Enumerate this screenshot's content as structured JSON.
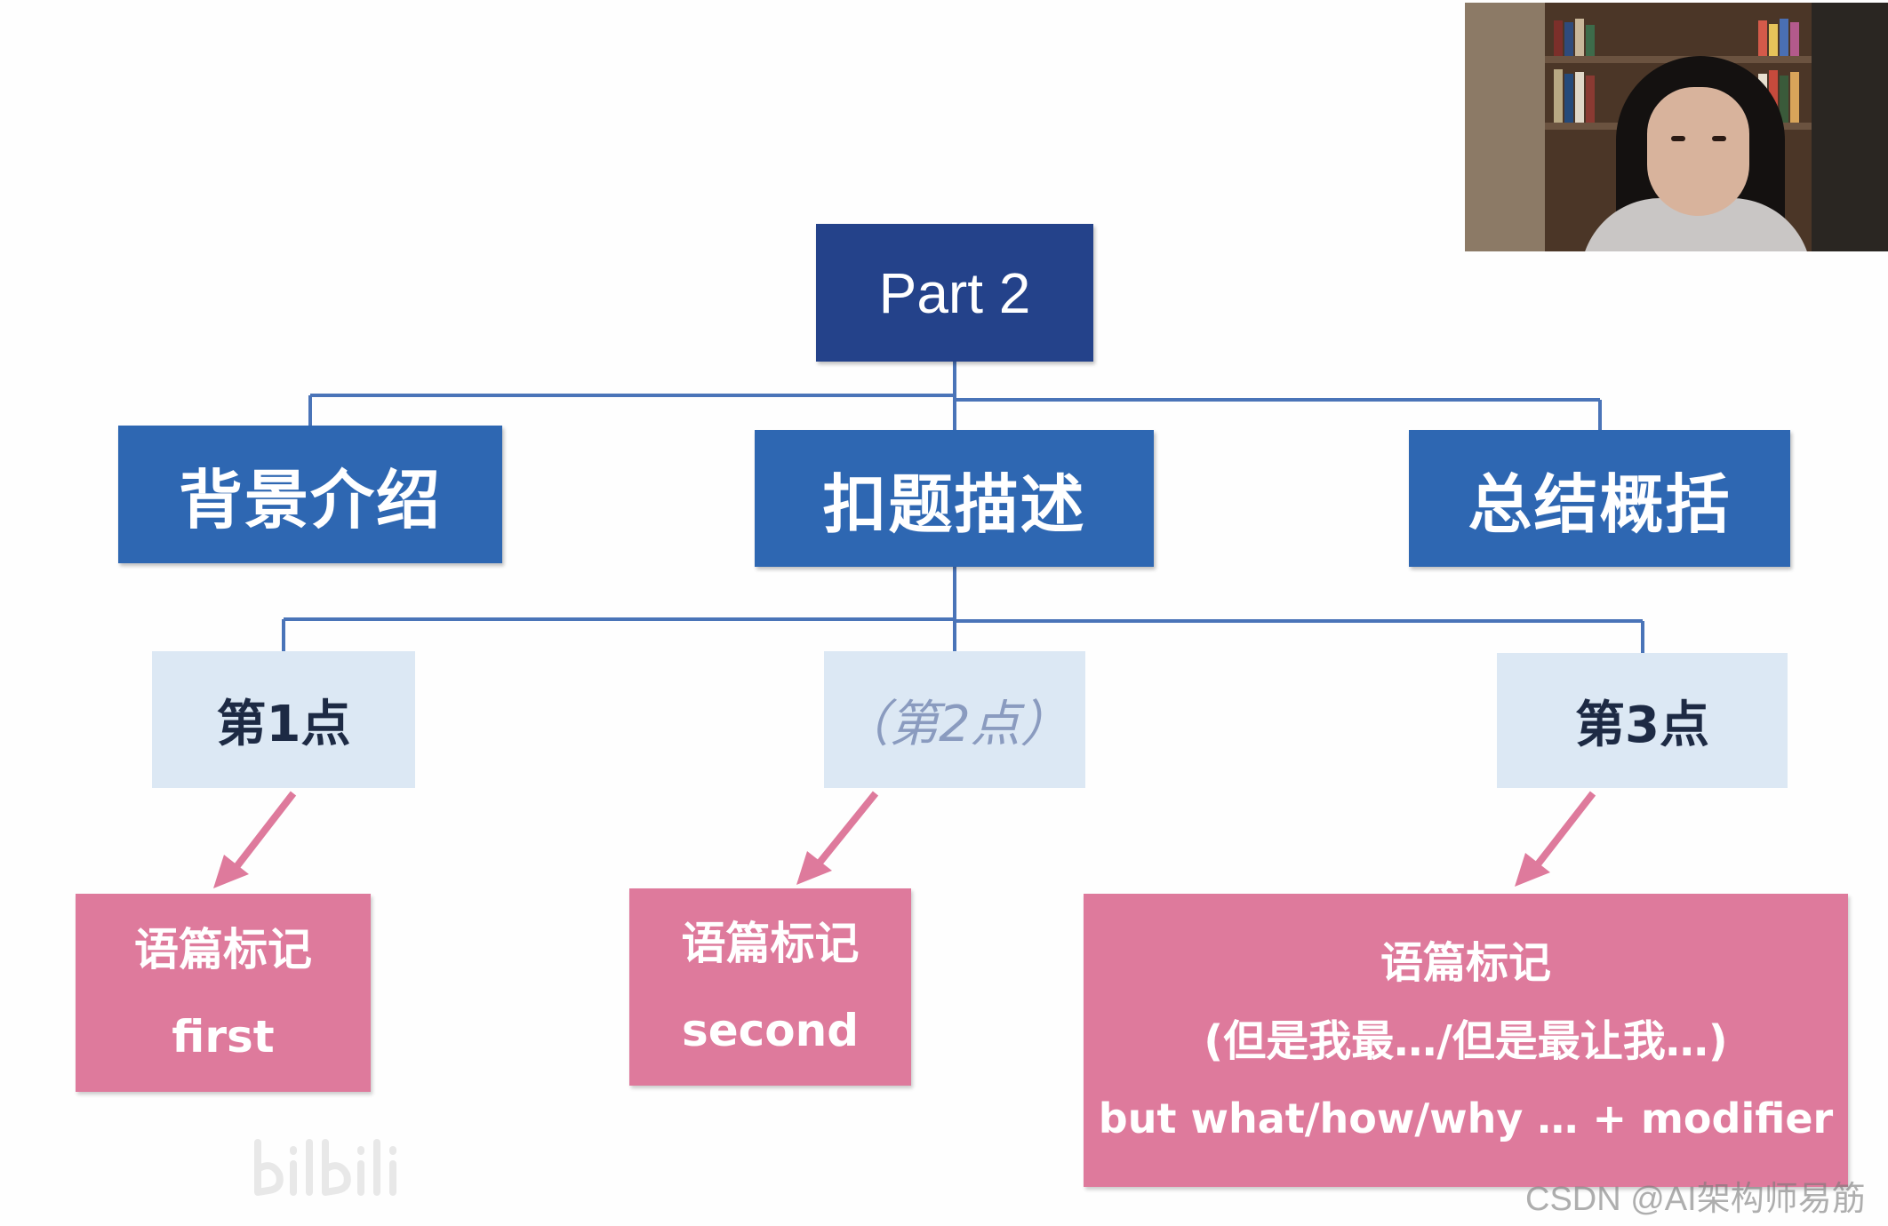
{
  "root": {
    "label": "Part 2"
  },
  "level1": [
    {
      "label": "背景介绍"
    },
    {
      "label": "扣题描述"
    },
    {
      "label": "总结概括"
    }
  ],
  "level2": [
    {
      "label": "第1点"
    },
    {
      "label": "（第2点）"
    },
    {
      "label": "第3点"
    }
  ],
  "markers": [
    {
      "title": "语篇标记",
      "line1": "first"
    },
    {
      "title": "语篇标记",
      "line1": "second"
    },
    {
      "title": "语篇标记",
      "line1": "(但是我最…/但是最让我…)",
      "line2": "but what/how/why … + modifier"
    }
  ],
  "watermarks": {
    "csdn": "CSDN @AI架构师易筋"
  },
  "colors": {
    "root": "#24428a",
    "level1": "#2e67b2",
    "level2": "#dce8f4",
    "marker": "#de7a9c",
    "connector": "#4a74b8",
    "arrow": "#de7a9c"
  }
}
